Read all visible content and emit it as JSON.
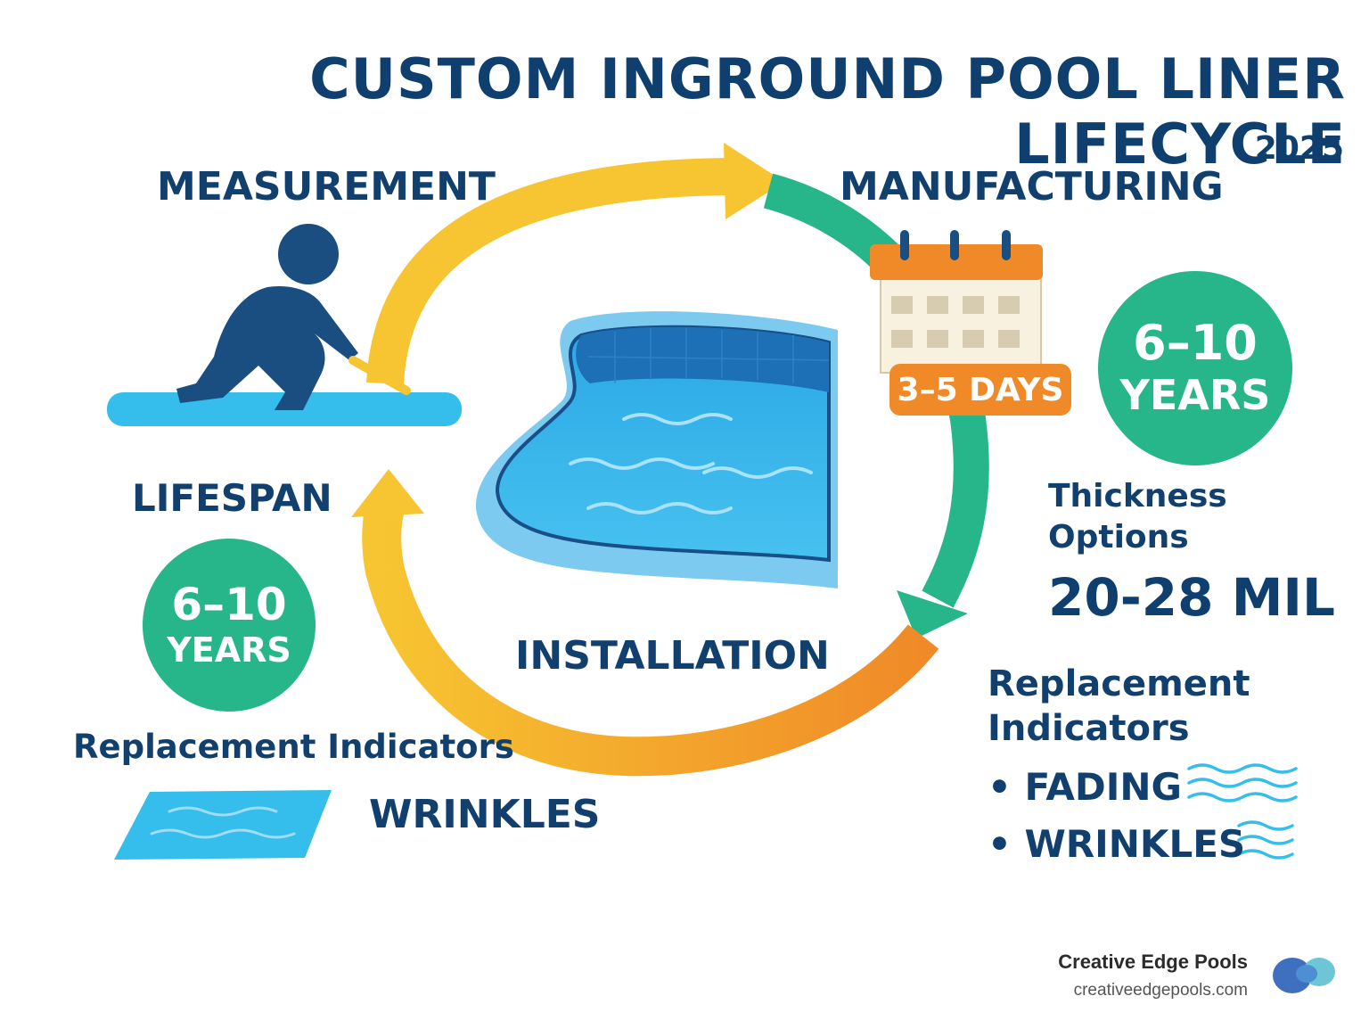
{
  "header": {
    "title": "CUSTOM INGROUND POOL LINER LIFECYCLE",
    "year": "2025"
  },
  "cycle": {
    "measurement": "MEASUREMENT",
    "manufacturing": "MANUFACTURING",
    "installation": "INSTALLATION",
    "lifespan": "LIFESPAN"
  },
  "manufacturing_info": {
    "days": "3–5 DAYS"
  },
  "right_panel": {
    "badge_num": "6–10",
    "badge_unit": "YEARS",
    "thickness_line1": "Thickness",
    "thickness_line2": "Options",
    "thickness_value": "20-28 MIL",
    "replacement_line1": "Replacement",
    "replacement_line2": "Indicators",
    "bullets": [
      "• FADING",
      "• WRINKLES"
    ]
  },
  "left_panel": {
    "badge_num": "6–10",
    "badge_unit": "YEARS",
    "replacement": "Replacement Indicators",
    "wrinkles": "WRINKLES"
  },
  "brand": {
    "name": "Creative Edge Pools",
    "url": "creativeedgepools.com"
  },
  "colors": {
    "navy": "#12406e",
    "green": "#27b58a",
    "yellow": "#f7c531",
    "orange": "#f08a28",
    "pool_blue": "#36b6ea"
  },
  "icons": [
    "kneeling-worker-icon",
    "calendar-icon",
    "pool-icon",
    "liner-sheet-icon",
    "wave-icon",
    "brand-logo"
  ]
}
